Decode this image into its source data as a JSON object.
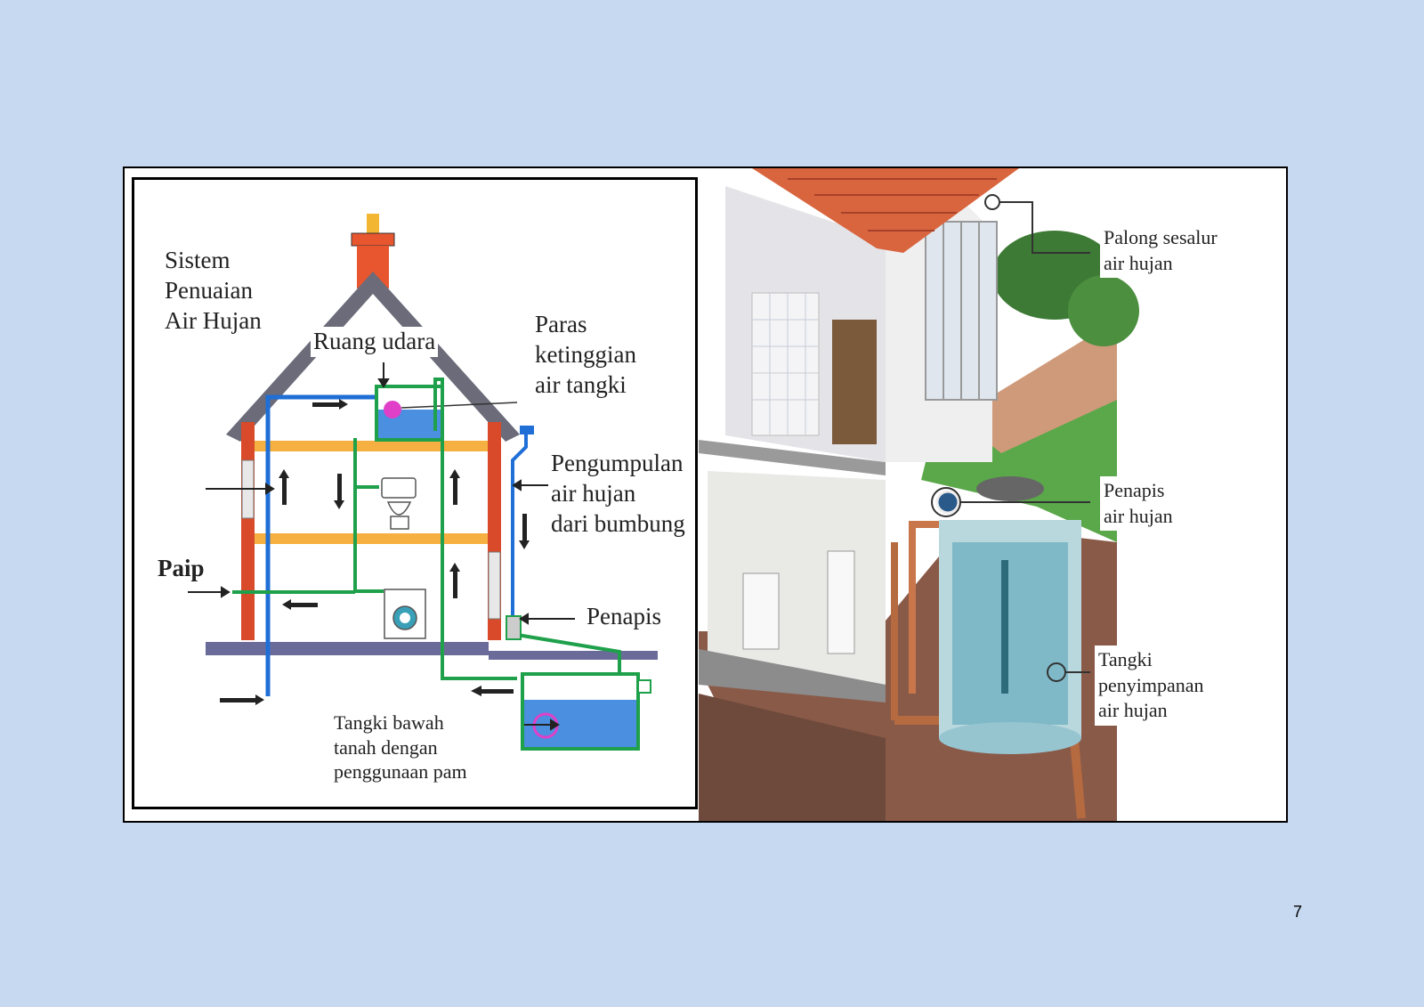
{
  "diagram": {
    "left": {
      "title_lines": [
        "Sistem",
        "Penuaian",
        "Air Hujan"
      ],
      "air_space": "Ruang udara",
      "tank_level_lines": [
        "Paras",
        "ketinggian",
        "air tangki"
      ],
      "roof_collection_lines": [
        "Pengumpulan",
        "air hujan",
        "dari bumbung"
      ],
      "pipe": "Paip",
      "filter": "Penapis",
      "underground_tank_lines": [
        "Tangki bawah",
        "tanah dengan",
        "penggunaan pam"
      ]
    },
    "right": {
      "gutter_lines": [
        "Palong sesalur",
        "air hujan"
      ],
      "filter_lines": [
        "Penapis",
        "air hujan"
      ],
      "storage_tank_lines": [
        "Tangki",
        "penyimpanan",
        "air hujan"
      ]
    }
  },
  "colors": {
    "page_bg": "#c6d9f1",
    "roof_gray": "#6b6b7a",
    "wall_red": "#d84a2a",
    "floor_orange": "#f6b041",
    "pipe_blue": "#1f6fd6",
    "pipe_green": "#1fa04a",
    "water_blue": "#4a8fe0",
    "float_magenta": "#e040c8",
    "tile_roof": "#d9653f"
  },
  "page_number": "7"
}
